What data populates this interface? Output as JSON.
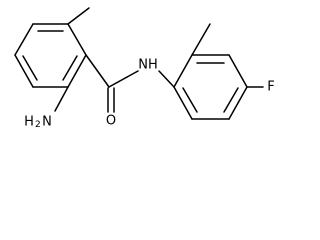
{
  "molecule": {
    "labels": {
      "amino_h": "H",
      "amino_subscript": "2",
      "amino_n": "N",
      "amide_nh": "NH",
      "carbonyl_o": "O",
      "fluoro": "F"
    },
    "formula_groups": {
      "amine": "NH2",
      "amide": "C(=O)NH",
      "substituents": [
        "amino",
        "methyl",
        "fluoro",
        "methyl"
      ]
    },
    "colors": {
      "bond": "#000000",
      "text": "#000000",
      "background": "#ffffff"
    }
  }
}
